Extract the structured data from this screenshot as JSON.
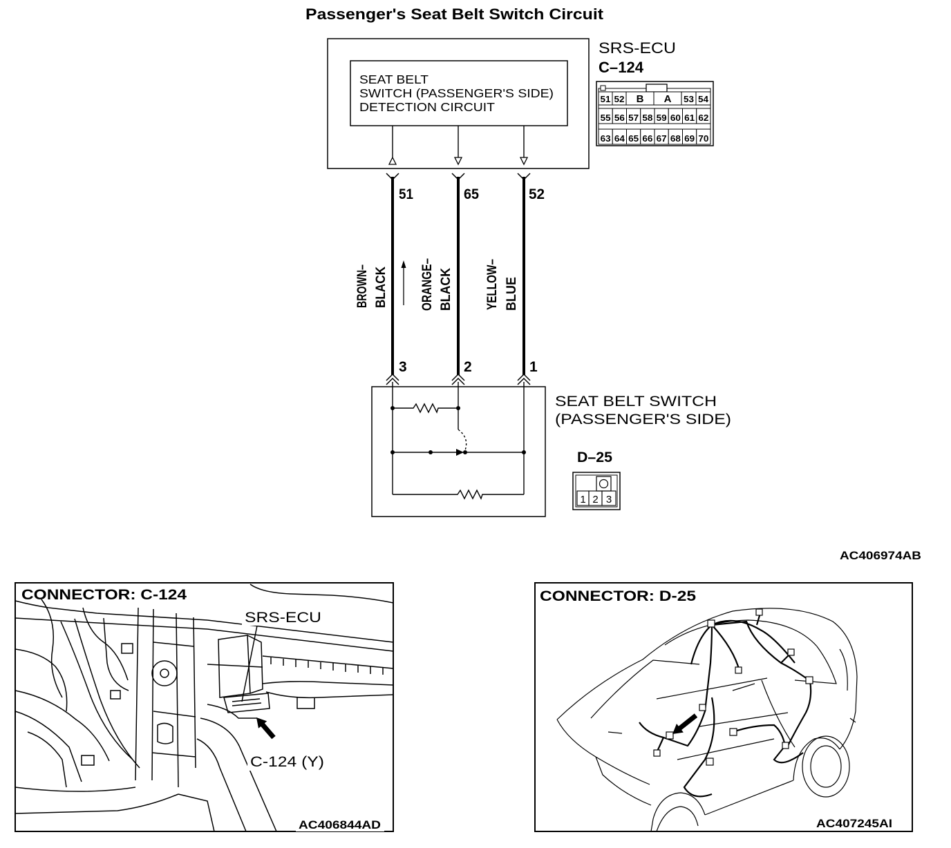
{
  "title": "Passenger's Seat Belt Switch Circuit",
  "ecu": {
    "name": "SRS-ECU",
    "connector_id": "C–124",
    "circuit_label": [
      "SEAT BELT",
      "SWITCH (PASSENGER'S SIDE)",
      "DETECTION CIRCUIT"
    ],
    "connector_rows": [
      [
        "51",
        "52",
        "B",
        "A",
        "53",
        "54"
      ],
      [
        "55",
        "56",
        "57",
        "58",
        "59",
        "60",
        "61",
        "62"
      ],
      [
        "63",
        "64",
        "65",
        "66",
        "67",
        "68",
        "69",
        "70"
      ]
    ]
  },
  "wires": [
    {
      "ecu_pin": "51",
      "switch_pin": "3",
      "color_lines": [
        "BROWN–",
        "BLACK"
      ]
    },
    {
      "ecu_pin": "65",
      "switch_pin": "2",
      "color_lines": [
        "ORANGE–",
        "BLACK"
      ]
    },
    {
      "ecu_pin": "52",
      "switch_pin": "1",
      "color_lines": [
        "YELLOW–",
        "BLUE"
      ]
    }
  ],
  "switch": {
    "name_lines": [
      "SEAT BELT SWITCH",
      "(PASSENGER'S SIDE)"
    ],
    "connector_id": "D–25",
    "connector_pins": [
      "1",
      "2",
      "3"
    ]
  },
  "circuit_figure_code": "AC406974AB",
  "connector_c124_panel": {
    "title": "CONNECTOR: C-124",
    "ecu_label": "SRS-ECU",
    "connector_label": "C-124 (Y)",
    "figure_code": "AC406844AD"
  },
  "connector_d25_panel": {
    "title": "CONNECTOR: D-25",
    "figure_code": "AC407245AI"
  }
}
